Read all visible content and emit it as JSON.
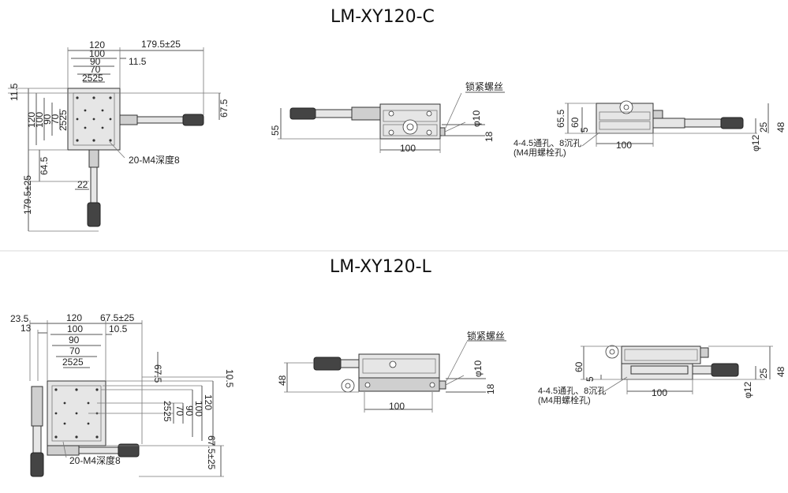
{
  "top": {
    "title": "LM-XY120-C",
    "plan": {
      "d120": "120",
      "d100": "100",
      "d90": "90",
      "d70": "70",
      "d2525": "2525",
      "d179": "179.5±25",
      "d115a": "11.5",
      "d115b": "11.5",
      "d675": "67.5",
      "v120": "120",
      "v100": "100",
      "v90": "90",
      "v70": "70",
      "v2525": "2525",
      "d645": "64.5",
      "d179v": "179.5±25",
      "d22": "22",
      "note": "20-M4深度8"
    },
    "front": {
      "lock": "锁紧螺丝",
      "d55": "55",
      "d100": "100",
      "phi10": "φ10",
      "d18": "18"
    },
    "side": {
      "d655": "65.5",
      "d60": "60",
      "d5": "5",
      "d100": "100",
      "d25": "25",
      "d48": "48",
      "phi12": "φ12",
      "hole1": "4-4.5通孔、8沉孔",
      "hole2": "(M4用螺栓孔)"
    }
  },
  "bottom": {
    "title": "LM-XY120-L",
    "plan": {
      "d235": "23.5",
      "d13": "13",
      "d120": "120",
      "d100": "100",
      "d90": "90",
      "d70": "70",
      "d2525": "2525",
      "d675t": "67.5±25",
      "d105a": "10.5",
      "d675": "67.5",
      "d105b": "10.5",
      "v2525": "2525",
      "v70": "70",
      "v90": "90",
      "v100": "100",
      "v120": "120",
      "d675b": "67.5±25",
      "note": "20-M4深度8"
    },
    "front": {
      "lock": "锁紧螺丝",
      "d48": "48",
      "d100": "100",
      "phi10": "φ10",
      "d18": "18"
    },
    "side": {
      "d60": "60",
      "d5": "5",
      "d100": "100",
      "d25": "25",
      "d48": "48",
      "phi12": "φ12",
      "hole1": "4-4.5通孔、8沉孔",
      "hole2": "(M4用螺栓孔)"
    }
  }
}
